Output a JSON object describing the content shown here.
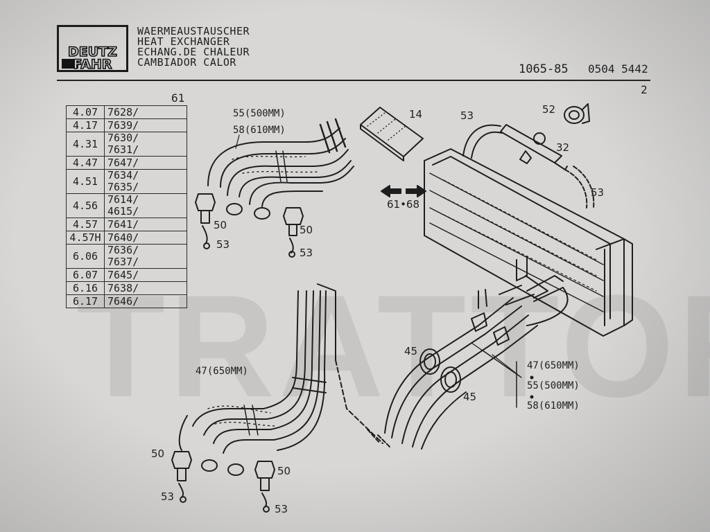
{
  "header": {
    "brand_line1": "DEUTZ",
    "brand_line2": "FAHR",
    "title_lines": [
      "WAERMEAUSTAUSCHER",
      "HEAT EXCHANGER",
      "ECHANG.DE CHALEUR",
      "CAMBIADOR CALOR"
    ],
    "ref_left": "1065-85",
    "ref_right": "0504 5442",
    "page_number": "2"
  },
  "table": {
    "label": "61",
    "rows": [
      {
        "model": "4.07",
        "codes": [
          "7628/"
        ]
      },
      {
        "model": "4.17",
        "codes": [
          "7639/"
        ]
      },
      {
        "model": "4.31",
        "codes": [
          "7630/",
          "7631/"
        ]
      },
      {
        "model": "4.47",
        "codes": [
          "7647/"
        ]
      },
      {
        "model": "4.51",
        "codes": [
          "7634/",
          "7635/"
        ]
      },
      {
        "model": "4.56",
        "codes": [
          "7614/",
          "4615/"
        ]
      },
      {
        "model": "4.57",
        "codes": [
          "7641/"
        ]
      },
      {
        "model": "4.57H",
        "codes": [
          "7640/"
        ]
      },
      {
        "model": "6.06",
        "codes": [
          "7636/",
          "7637/"
        ]
      },
      {
        "model": "6.07",
        "codes": [
          "7645/"
        ]
      },
      {
        "model": "6.16",
        "codes": [
          "7638/"
        ]
      },
      {
        "model": "6.17",
        "codes": [
          "7646/"
        ]
      }
    ]
  },
  "callouts": {
    "c55_500": "55(500MM)",
    "c58_610": "58(610MM)",
    "c14": "14",
    "c53_top": "53",
    "c52": "52",
    "c32": "32",
    "c53_right": "53",
    "c61_68": "61•68",
    "c50_a": "50",
    "c53_a": "53",
    "c50_b": "50",
    "c53_b": "53",
    "c47_650": "47(650MM)",
    "c45_a": "45",
    "c45_b": "45",
    "legend_47": "47(650MM)",
    "legend_55": "55(500MM)",
    "legend_58": "58(610MM)",
    "c50_c": "50",
    "c53_c": "53",
    "c50_d": "50",
    "c53_d": "53"
  },
  "watermark": "TRATTORI.IT",
  "colors": {
    "ink": "#1e1e1e",
    "paper": "#d8d7d6"
  }
}
